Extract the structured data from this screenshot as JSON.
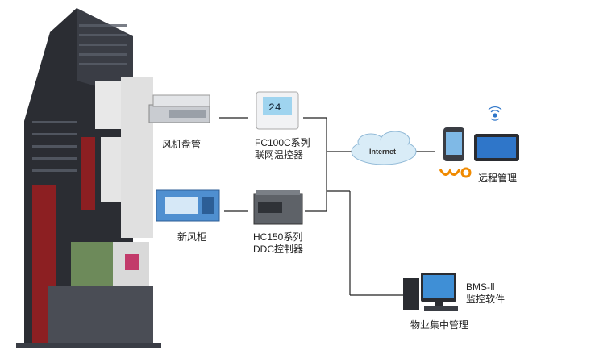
{
  "devices": {
    "fan_coil": {
      "label": "风机盘管"
    },
    "fc100c": {
      "label_line1": "FC100C系列",
      "label_line2": "联网温控器",
      "display_text": "24"
    },
    "fresh_air": {
      "label": "新风柜"
    },
    "hc150": {
      "label_line1": "HC150系列",
      "label_line2": "DDC控制器"
    },
    "cloud": {
      "label": "Internet"
    },
    "remote": {
      "label": "远程管理"
    },
    "bms": {
      "label_line1": "BMS-Ⅱ",
      "label_line2": "监控软件"
    },
    "property": {
      "label": "物业集中管理"
    }
  },
  "colors": {
    "line": "#222222",
    "cloud": "#d9ecf7",
    "building_dark": "#2b2d33",
    "building_red": "#8c1f22",
    "accent_orange": "#f08a00"
  }
}
